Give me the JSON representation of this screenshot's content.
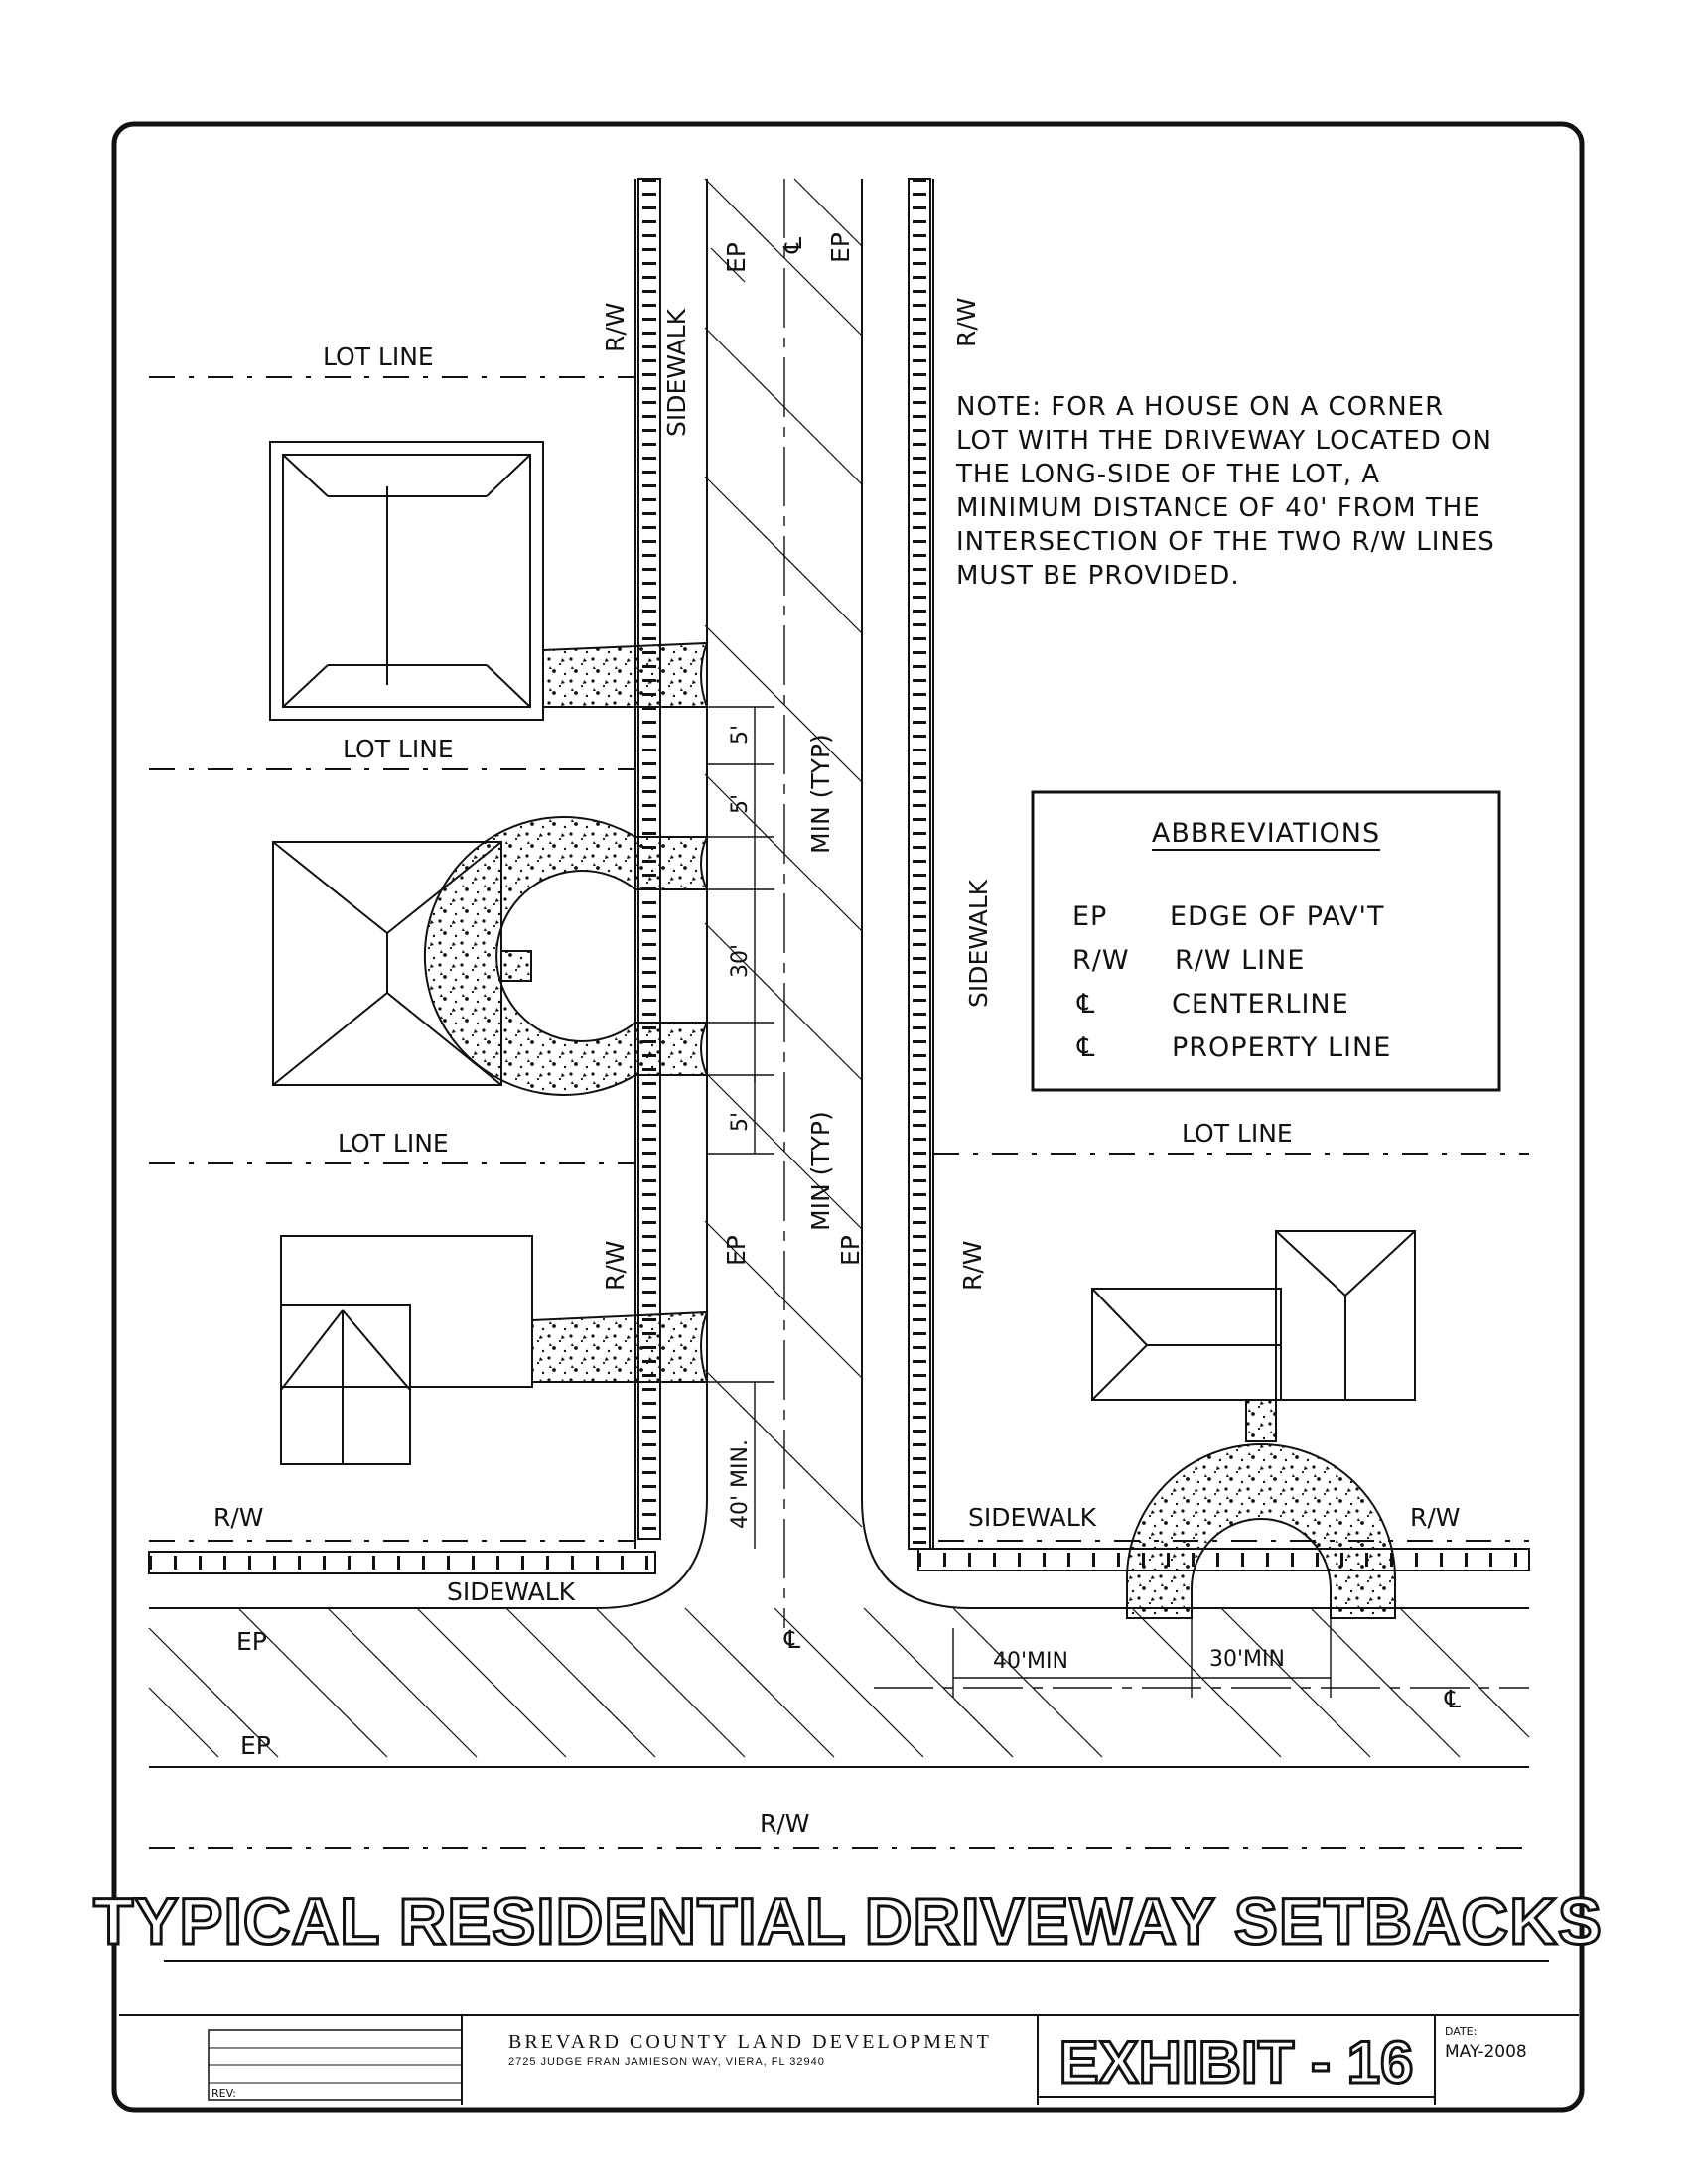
{
  "labels": {
    "lot_line": "LOT LINE",
    "rw": "R/W",
    "sidewalk": "SIDEWALK",
    "ep": "EP",
    "min_typ": "MIN (TYP)",
    "dim_5": "5'",
    "dim_30": "30'",
    "dim_40_min": "40' MIN.",
    "dim_40min_h": "40'MIN",
    "dim_30min_h": "30'MIN"
  },
  "note": {
    "lines": [
      "NOTE:   FOR A HOUSE ON A CORNER",
      "LOT WITH THE DRIVEWAY LOCATED ON",
      "THE LONG-SIDE OF THE LOT, A",
      "MINIMUM DISTANCE OF 40' FROM THE",
      "INTERSECTION OF THE TWO R/W LINES",
      "MUST BE PROVIDED."
    ]
  },
  "abbreviations": {
    "heading": "ABBREVIATIONS",
    "items": [
      {
        "code": "EP",
        "meaning": "EDGE OF PAV'T"
      },
      {
        "code": "R/W",
        "meaning": "R/W LINE"
      },
      {
        "code": "℄",
        "meaning": "CENTERLINE"
      },
      {
        "code": "℄",
        "meaning": "PROPERTY LINE"
      }
    ]
  },
  "title": "TYPICAL RESIDENTIAL DRIVEWAY SETBACKS",
  "title_block": {
    "rev_label": "REV:",
    "org": "BREVARD COUNTY LAND DEVELOPMENT",
    "address": "2725 JUDGE FRAN JAMIESON WAY,  VIERA, FL  32940",
    "exhibit": "EXHIBIT - 16",
    "date_label": "DATE:",
    "date": "MAY-2008"
  },
  "colors": {
    "ink": "#111111",
    "paper": "#ffffff"
  }
}
